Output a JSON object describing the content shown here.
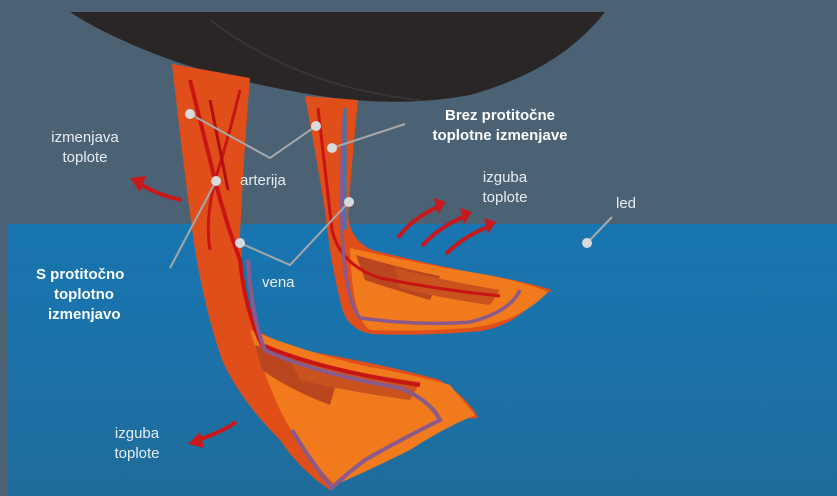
{
  "labels": {
    "heat_exchange": [
      "izmenjava",
      "toplote"
    ],
    "artery": "arterija",
    "vein": "vena",
    "with_exchange": [
      "S protitočno",
      "toplotno",
      "izmenjavo"
    ],
    "without_exchange": [
      "Brez protitočne",
      "toplotne izmenjave"
    ],
    "heat_loss_right": [
      "izguba",
      "toplote"
    ],
    "heat_loss_bottom": [
      "izguba",
      "toplote"
    ],
    "ice": "led"
  },
  "colors": {
    "background": "#4b6275",
    "water": "#1a75b0",
    "body": "#2a2626",
    "leg": "#e04e1a",
    "web_light": "#f07a1c",
    "web_dark": "#b9461f",
    "artery": "#c81414",
    "vein": "#8a5a8c",
    "arrow": "#c8181c",
    "leader": "#a6a8aa"
  }
}
